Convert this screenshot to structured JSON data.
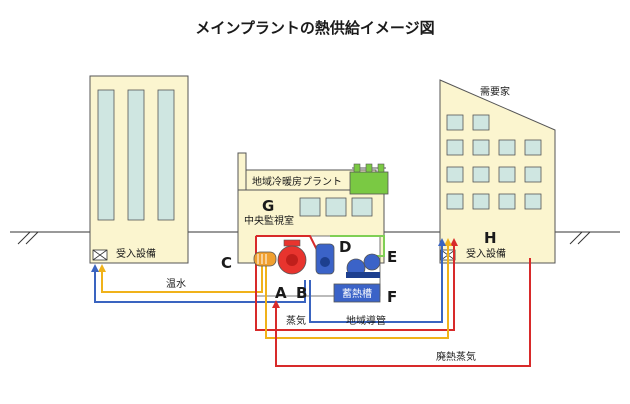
{
  "title": "メインプラントの熱供給イメージ図",
  "labels": {
    "receiving_left": "受入設備",
    "receiving_right": "受入設備",
    "consumer": "需要家",
    "district_plant": "地域冷暖房プラント",
    "control_room": "中央監視室",
    "heat_storage": "蓄熱槽",
    "hot_water": "温水",
    "steam": "蒸気",
    "district_pipe": "地域導管",
    "waste_steam": "廃熱蒸気"
  },
  "letters": {
    "A": "A",
    "B": "B",
    "C": "C",
    "D": "D",
    "E": "E",
    "F": "F",
    "G": "G",
    "H": "H"
  },
  "colors": {
    "red": "#d82a2a",
    "blue": "#3a64c0",
    "yellow": "#f0b21a",
    "green": "#7fcf55",
    "building": "#fbf5cf",
    "window": "#cfe6e1",
    "boiler": "#e8342e",
    "tank": "#3b63c8",
    "green_box": "#7ac943"
  }
}
